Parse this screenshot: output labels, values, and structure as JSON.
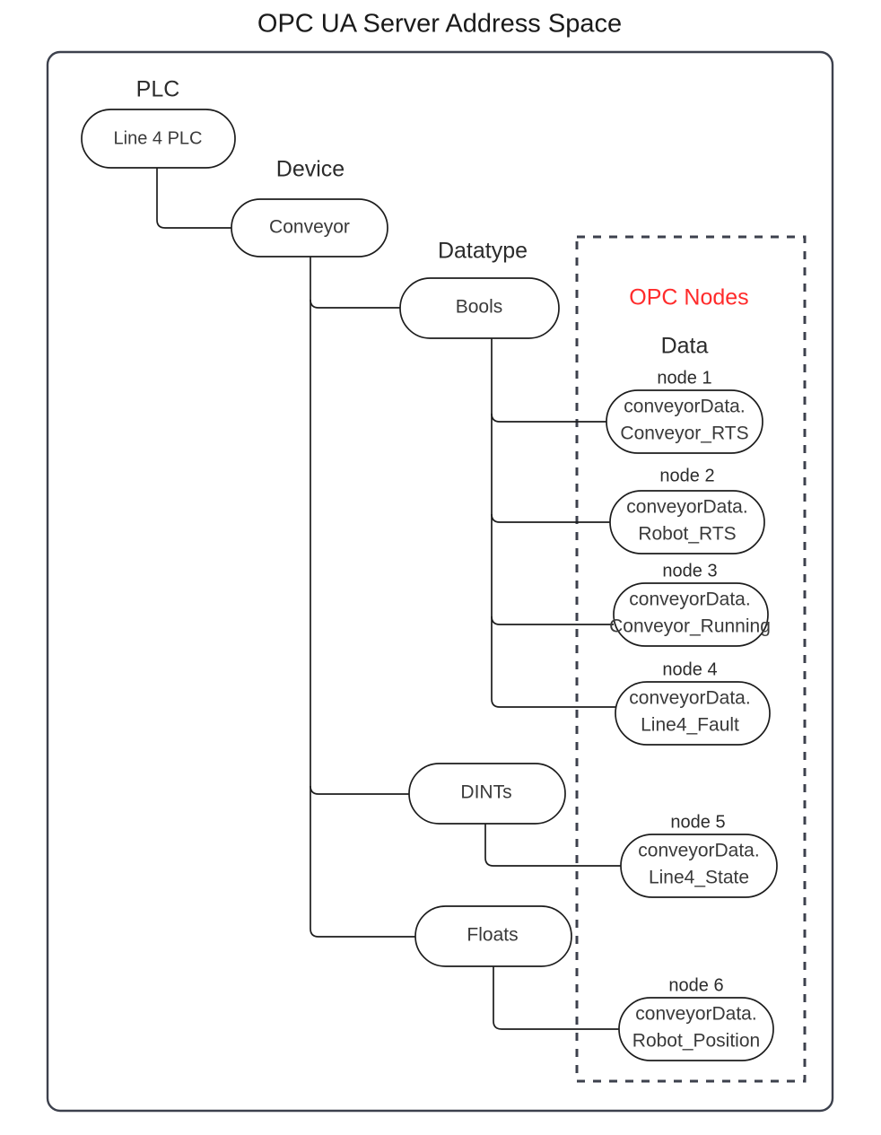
{
  "title": "OPC UA Server Address Space",
  "groups": {
    "plc": "PLC",
    "device": "Device",
    "datatype": "Datatype",
    "opc_nodes": "OPC Nodes",
    "data": "Data"
  },
  "colors": {
    "opc_nodes_accent": "#ff2b2b",
    "outline": "#1d1d1d",
    "container_border": "#3d414d",
    "text": "#2b2b2b",
    "background": "#ffffff"
  },
  "tree": {
    "plc_node": {
      "label": "Line 4 PLC"
    },
    "device_node": {
      "label": "Conveyor"
    },
    "datatypes": [
      {
        "label": "Bools"
      },
      {
        "label": "DINTs"
      },
      {
        "label": "Floats"
      }
    ]
  },
  "opc_nodes": [
    {
      "caption": "node 1",
      "line1": "conveyorData.",
      "line2": "Conveyor_RTS",
      "parent": "Bools"
    },
    {
      "caption": "node 2",
      "line1": "conveyorData.",
      "line2": "Robot_RTS",
      "parent": "Bools"
    },
    {
      "caption": "node 3",
      "line1": "conveyorData.",
      "line2": "Conveyor_Running",
      "parent": "Bools"
    },
    {
      "caption": "node 4",
      "line1": "conveyorData.",
      "line2": "Line4_Fault",
      "parent": "Bools"
    },
    {
      "caption": "node 5",
      "line1": "conveyorData.",
      "line2": "Line4_State",
      "parent": "DINTs"
    },
    {
      "caption": "node 6",
      "line1": "conveyorData.",
      "line2": "Robot_Position",
      "parent": "Floats"
    }
  ]
}
